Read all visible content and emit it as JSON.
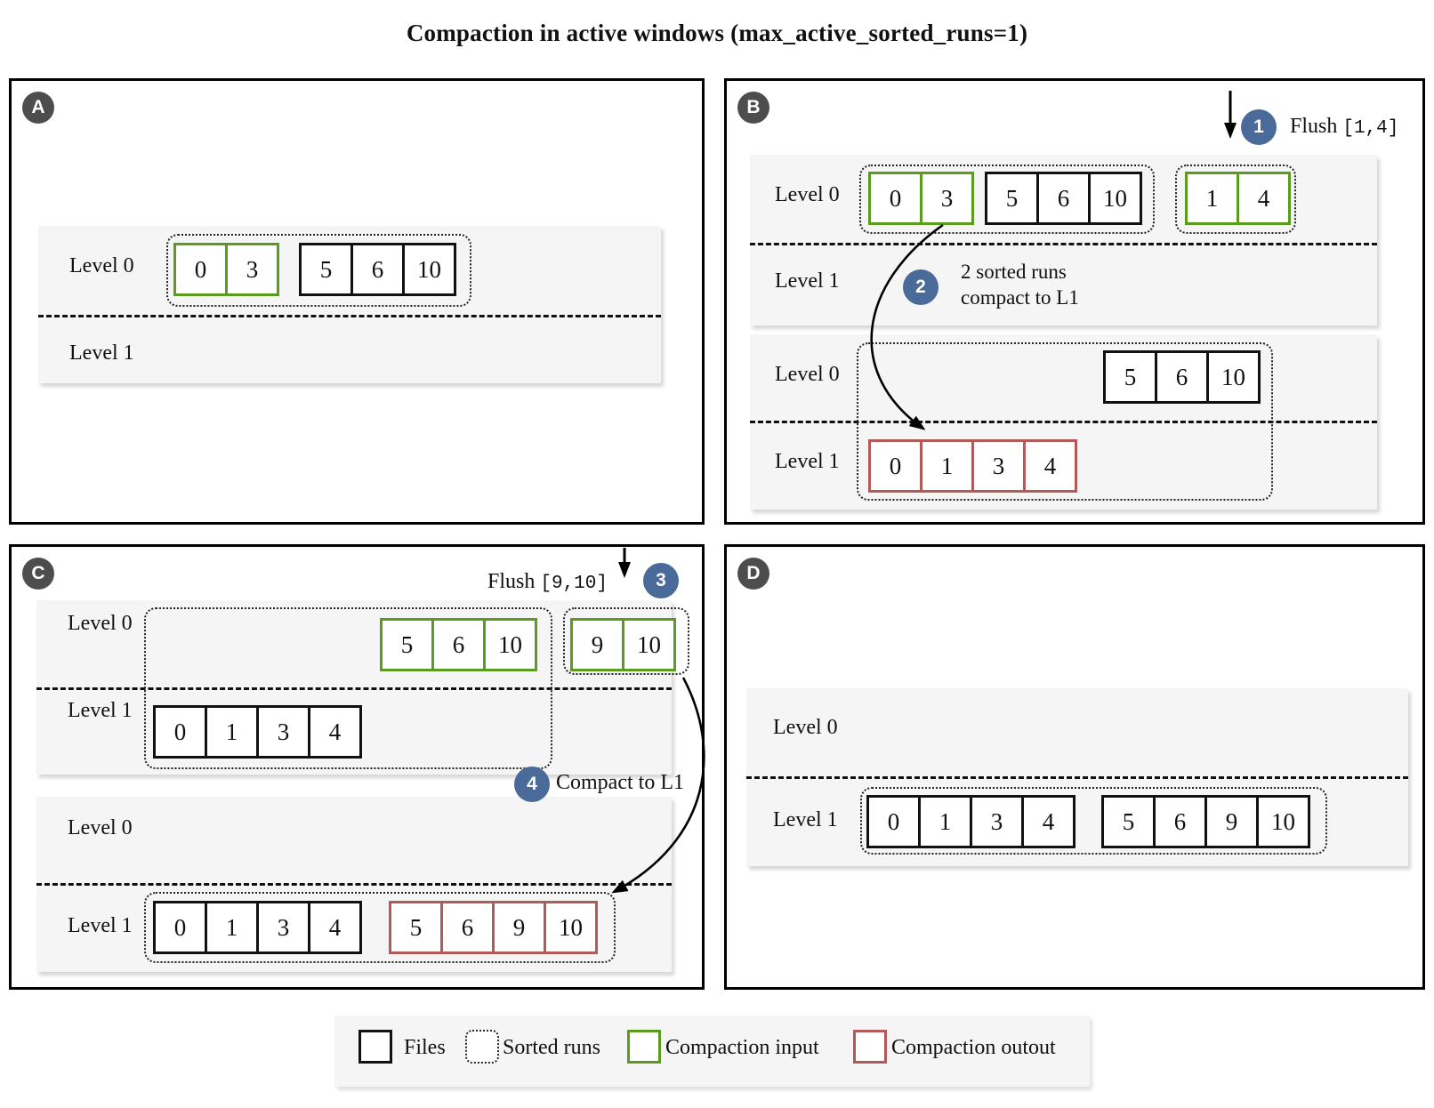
{
  "title": "Compaction in active windows (max_active_sorted_runs=1)",
  "colors": {
    "compaction_input": "#5b9c20",
    "compaction_output": "#b05a5a",
    "files_border": "#111111",
    "step_badge": "#4a6b99",
    "panel_badge": "#4d4d4d",
    "band_bg": "#f5f5f5"
  },
  "panels": {
    "a": {
      "label": "A",
      "level0_label": "Level 0",
      "level1_label": "Level 1",
      "runs": {
        "run_0_3": {
          "type": "input",
          "cells": [
            "0",
            "3"
          ]
        },
        "run_5_6_10": {
          "type": "files",
          "cells": [
            "5",
            "6",
            "10"
          ]
        }
      }
    },
    "b": {
      "label": "B",
      "step1": {
        "num": "1",
        "label": "Flush",
        "code": "[1,4]"
      },
      "step2": {
        "num": "2",
        "line1": "2 sorted runs",
        "line2": "compact to L1"
      },
      "state1": {
        "level0_label": "Level 0",
        "level1_label": "Level 1",
        "runs": {
          "run_0_3": {
            "type": "input",
            "cells": [
              "0",
              "3"
            ]
          },
          "run_5_6_10": {
            "type": "files",
            "cells": [
              "5",
              "6",
              "10"
            ]
          },
          "run_1_4": {
            "type": "input",
            "cells": [
              "1",
              "4"
            ]
          }
        }
      },
      "state2": {
        "level0_label": "Level 0",
        "level1_label": "Level 1",
        "runs": {
          "run_5_6_10": {
            "type": "files",
            "cells": [
              "5",
              "6",
              "10"
            ]
          },
          "run_0_1_3_4": {
            "type": "output",
            "cells": [
              "0",
              "1",
              "3",
              "4"
            ]
          }
        }
      }
    },
    "c": {
      "label": "C",
      "step3": {
        "num": "3",
        "label": "Flush",
        "code": "[9,10]"
      },
      "step4": {
        "num": "4",
        "label": "Compact to L1"
      },
      "state1": {
        "level0_label": "Level 0",
        "level1_label": "Level 1",
        "runs": {
          "run_5_6_10": {
            "type": "input",
            "cells": [
              "5",
              "6",
              "10"
            ]
          },
          "run_9_10": {
            "type": "input",
            "cells": [
              "9",
              "10"
            ]
          },
          "run_0_1_3_4": {
            "type": "files",
            "cells": [
              "0",
              "1",
              "3",
              "4"
            ]
          }
        }
      },
      "state2": {
        "level0_label": "Level 0",
        "level1_label": "Level 1",
        "runs": {
          "run_0_1_3_4": {
            "type": "files",
            "cells": [
              "0",
              "1",
              "3",
              "4"
            ]
          },
          "run_5_6_9_10": {
            "type": "output",
            "cells": [
              "5",
              "6",
              "9",
              "10"
            ]
          }
        }
      }
    },
    "d": {
      "label": "D",
      "level0_label": "Level 0",
      "level1_label": "Level 1",
      "runs": {
        "run_0_1_3_4": {
          "type": "files",
          "cells": [
            "0",
            "1",
            "3",
            "4"
          ]
        },
        "run_5_6_9_10": {
          "type": "files",
          "cells": [
            "5",
            "6",
            "9",
            "10"
          ]
        }
      }
    }
  },
  "legend": {
    "files": "Files",
    "sorted_runs": "Sorted runs",
    "compaction_input": "Compaction input",
    "compaction_output": "Compaction outout"
  }
}
